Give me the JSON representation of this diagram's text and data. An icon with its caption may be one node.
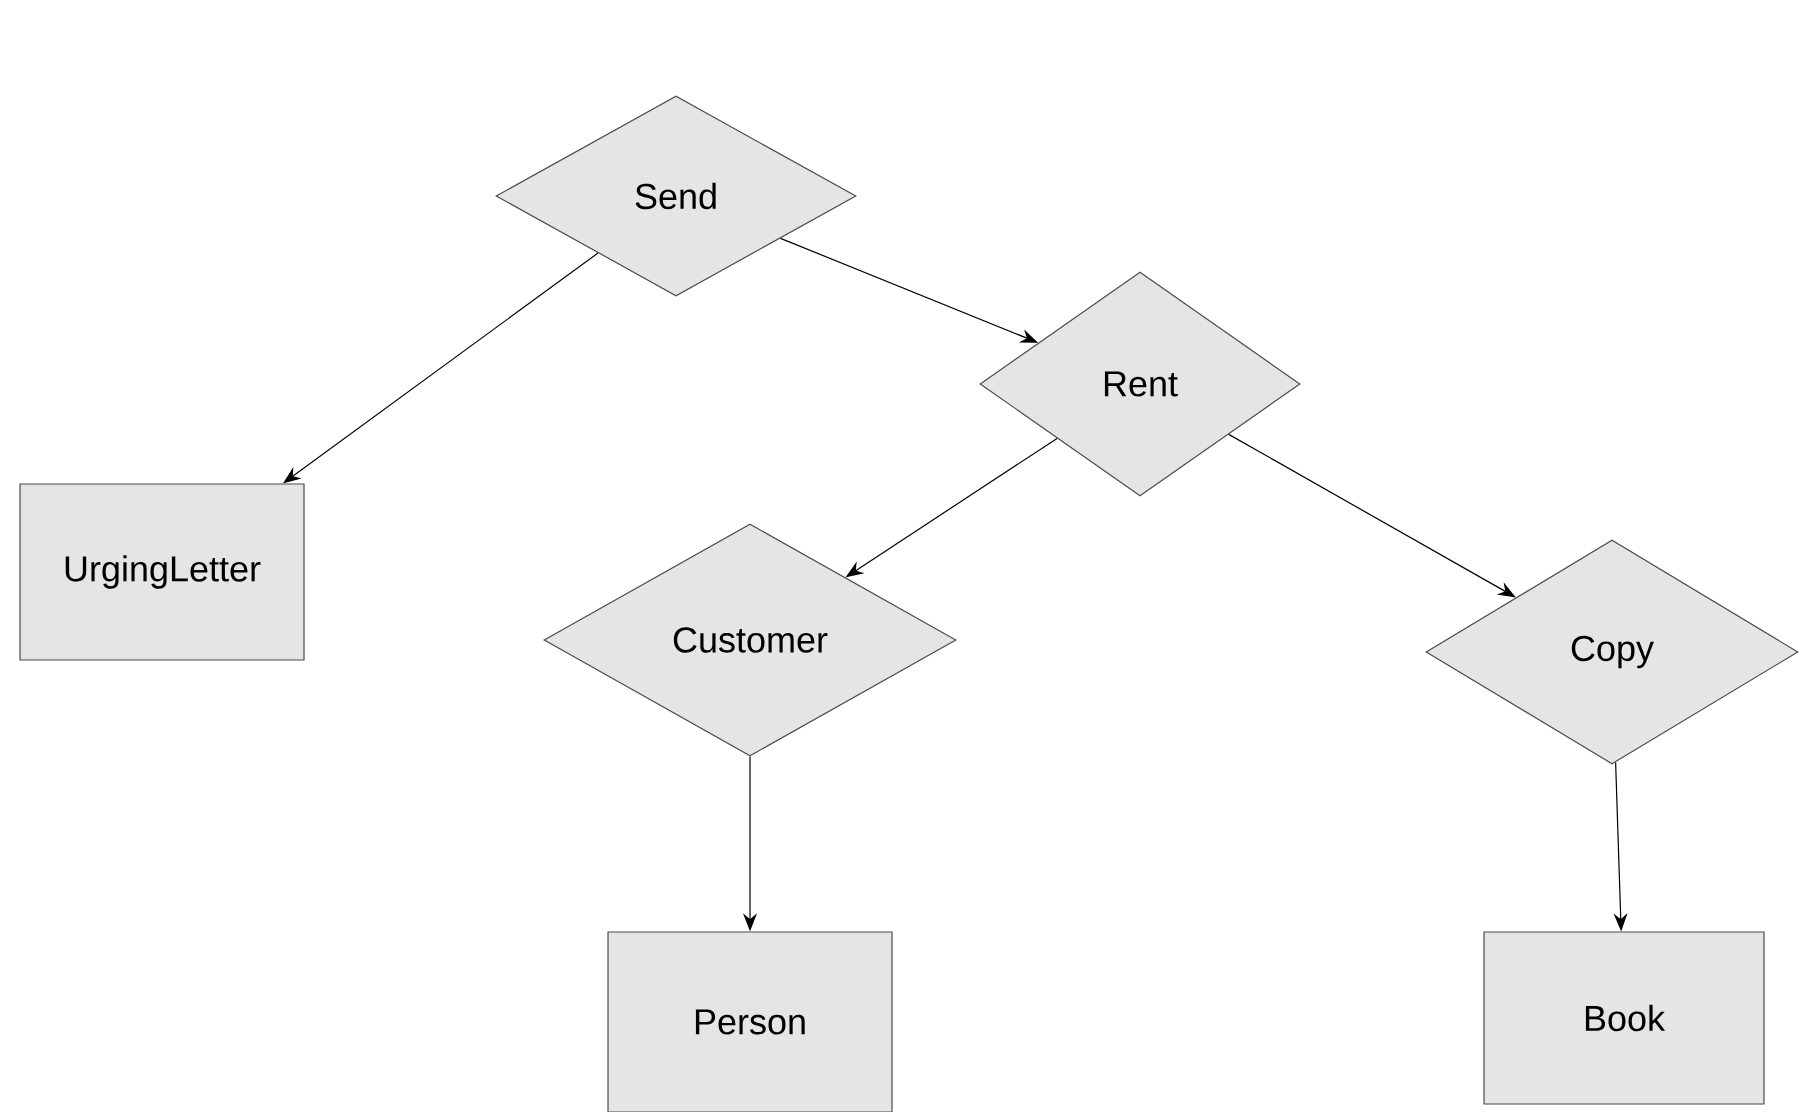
{
  "diagram": {
    "nodes": [
      {
        "text": [
          "Send"
        ]
      },
      {
        "text": [
          "UrgingLetter"
        ]
      },
      {
        "text": [
          "Rent"
        ]
      },
      {
        "text": [
          "Customer"
        ]
      },
      {
        "text": [
          "Copy"
        ]
      },
      {
        "text": [
          "Person"
        ]
      },
      {
        "text": [
          "Book"
        ]
      }
    ],
    "edges": [
      {
        "from": 0,
        "to": 1,
        "arrow": "to"
      },
      {
        "from": 0,
        "to": 2,
        "arrow": "to"
      },
      {
        "from": 2,
        "to": 3,
        "arrow": "to"
      },
      {
        "from": 2,
        "to": 4,
        "arrow": "to"
      },
      {
        "from": 3,
        "to": 5,
        "arrow": "to"
      },
      {
        "from": 4,
        "to": 6,
        "arrow": "to"
      }
    ]
  }
}
